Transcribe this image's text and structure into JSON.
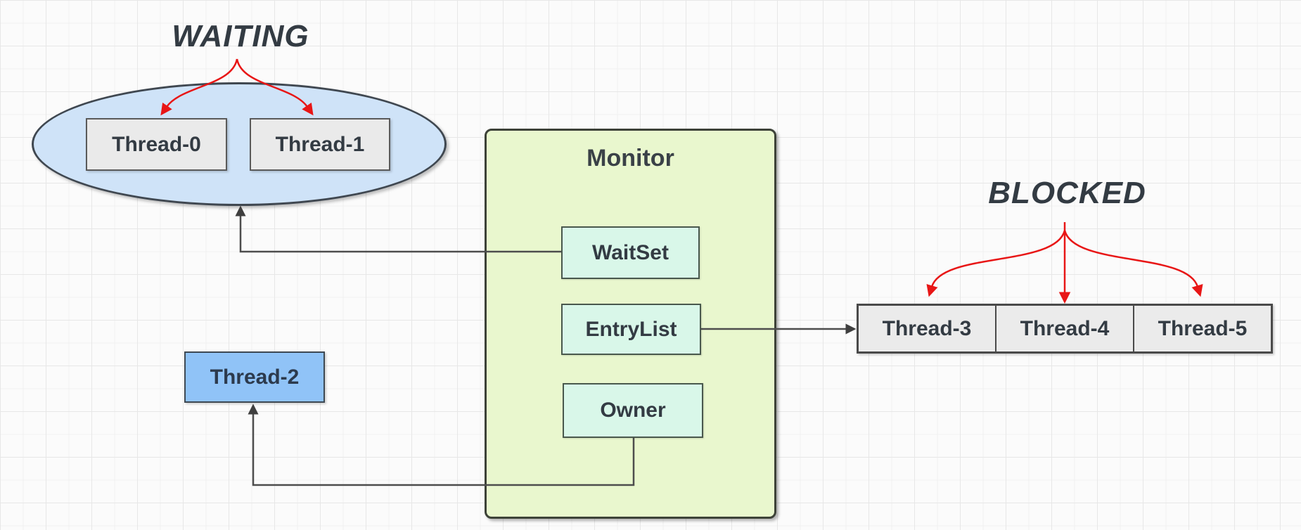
{
  "diagram": {
    "states": {
      "waiting": "WAITING",
      "blocked": "BLOCKED"
    },
    "monitor": {
      "title": "Monitor",
      "slots": [
        "WaitSet",
        "EntryList",
        "Owner"
      ]
    },
    "waiting_group": {
      "threads": [
        "Thread-0",
        "Thread-1"
      ]
    },
    "blocked_group": {
      "threads": [
        "Thread-3",
        "Thread-4",
        "Thread-5"
      ]
    },
    "owner_thread": {
      "label": "Thread-2"
    },
    "colors": {
      "accent_red": "#e81616",
      "connector_dark": "#4d4d4d",
      "waiting_ellipse_fill": "#cfe3f8",
      "monitor_fill": "#e9f7ce",
      "monitor_slot_fill": "#d9f7e9",
      "thread_box_fill": "#ebebeb",
      "owner_thread_fill": "#90c3f7",
      "grid_line": "#ececec"
    }
  }
}
